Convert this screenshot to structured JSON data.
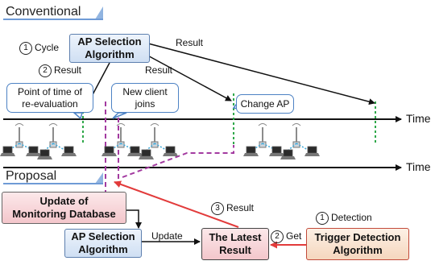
{
  "sections": {
    "conventional": "Conventional",
    "proposal": "Proposal"
  },
  "axis": {
    "time_top": "Time",
    "time_bottom": "Time"
  },
  "conventional": {
    "ap_selection": "AP Selection\nAlgorithm",
    "step1_num": "1",
    "step1_label": "Cycle",
    "step2_num": "2",
    "step2_label": "Result",
    "result_a": "Result",
    "result_b": "Result",
    "callout_reeval": "Point of time of\nre-evaluation",
    "callout_newclient": "New client\njoins",
    "callout_changeap": "Change AP"
  },
  "proposal": {
    "update_db": "Update of\nMonitoring Database",
    "ap_selection": "AP Selection\nAlgorithm",
    "update_label": "Update",
    "latest_result": "The Latest\nResult",
    "step2_num": "2",
    "step2_label": "Get",
    "step3_num": "3",
    "step3_label": "Result",
    "step1_num": "1",
    "step1_label": "Detection",
    "trigger": "Trigger Detection\nAlgorithm"
  },
  "colors": {
    "arrow_black": "#111111",
    "arrow_red": "#e23b3b",
    "dash_green": "#2fa84a",
    "dash_purple": "#a33aa0",
    "callout_border": "#4d82c4",
    "box_blue_border": "#5d7fae"
  }
}
